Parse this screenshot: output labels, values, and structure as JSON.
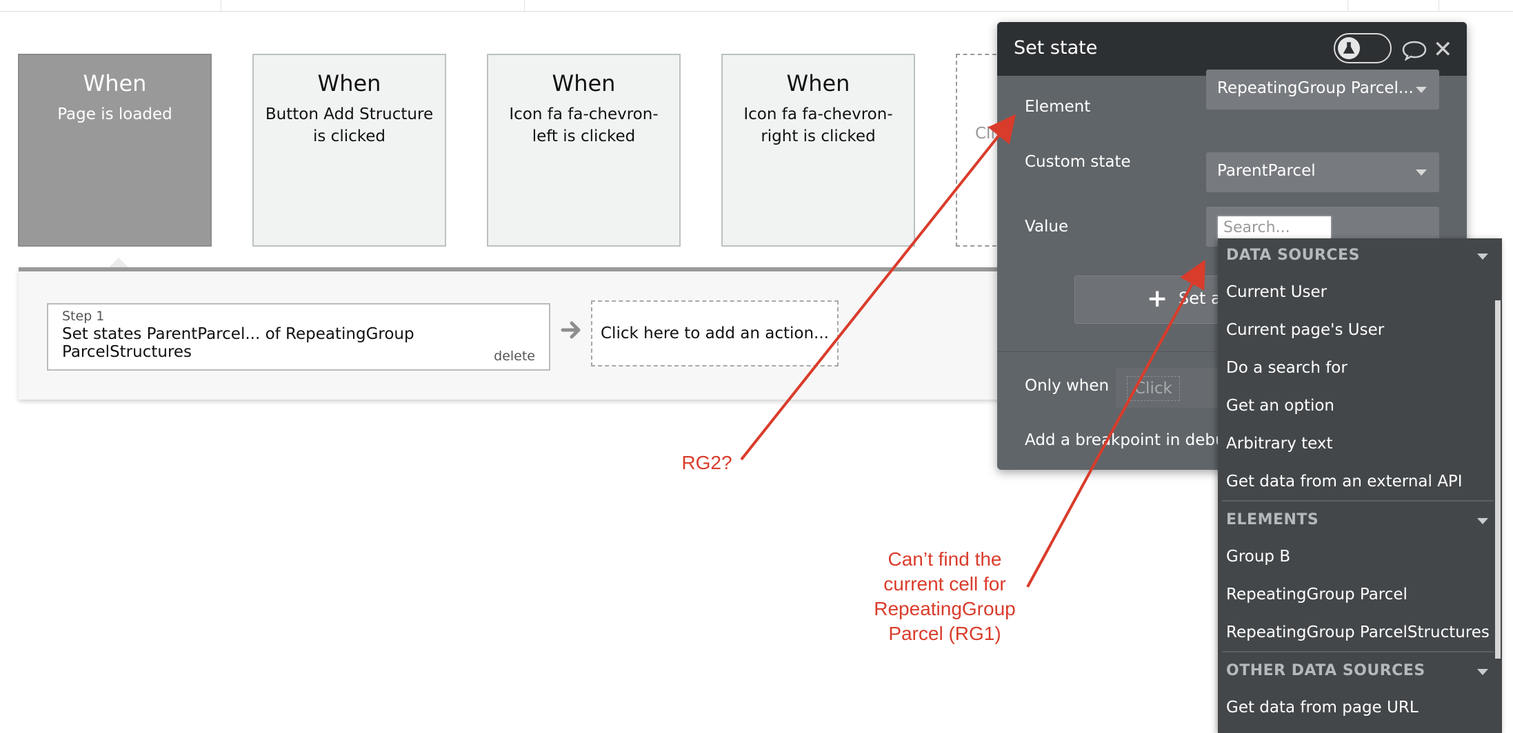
{
  "events": [
    {
      "when": "When",
      "description": "Page is loaded"
    },
    {
      "when": "When",
      "description": "Button Add Structure is clicked"
    },
    {
      "when": "When",
      "description": "Icon fa fa-chevron-left is clicked"
    },
    {
      "when": "When",
      "description": "Icon fa fa-chevron-right is clicked"
    },
    {
      "when": "",
      "description": "Cli"
    }
  ],
  "step": {
    "number": "Step 1",
    "text": "Set states ParentParcel... of RepeatingGroup ParcelStructures",
    "delete_label": "delete"
  },
  "add_action_label": "Click here to add an action...",
  "dialog": {
    "title": "Set state",
    "element_label": "Element",
    "element_value": "RepeatingGroup Parcel...",
    "custom_state_label": "Custom state",
    "custom_state_value": "ParentParcel",
    "value_label": "Value",
    "search_placeholder": "Search...",
    "set_another_label": "Set a",
    "only_when_label": "Only when",
    "only_when_placeholder": "Click",
    "breakpoint_label": "Add a breakpoint in debu"
  },
  "dropdown": {
    "sections": [
      {
        "title": "DATA SOURCES",
        "items": [
          "Current User",
          "Current page's User",
          "Do a search for",
          "Get an option",
          "Arbitrary text",
          "Get data from an external API"
        ]
      },
      {
        "title": "ELEMENTS",
        "items": [
          "Group B",
          "RepeatingGroup Parcel",
          "RepeatingGroup ParcelStructures"
        ]
      },
      {
        "title": "OTHER DATA SOURCES",
        "items": [
          "Get data from page URL"
        ]
      }
    ]
  },
  "annotations": {
    "rg2": "RG2?",
    "cant_find_1": "Can’t find the",
    "cant_find_2": "current cell for",
    "cant_find_3": "RepeatingGroup",
    "cant_find_4": "Parcel (RG1)"
  },
  "colors": {
    "annotation": "#d93c2b",
    "dialog_bg": "#606569",
    "dialog_header": "#2d3033",
    "dropdown_bg": "#43474a",
    "active_event": "#999999"
  }
}
